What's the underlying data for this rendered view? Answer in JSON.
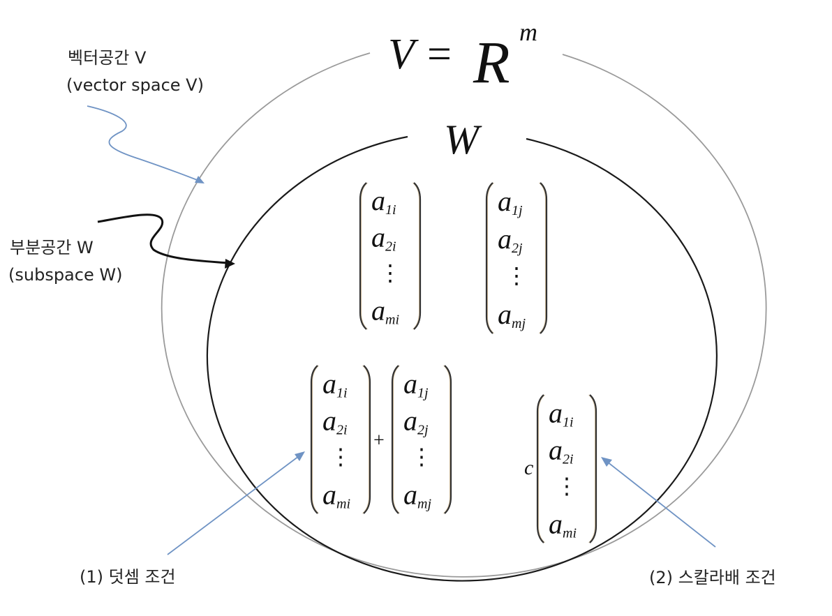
{
  "outer_space": {
    "title": {
      "lhs": "V",
      "eq": "=",
      "base": "R",
      "sup": "m"
    },
    "label_ko": "벡터공간 V",
    "label_en": "(vector space V)",
    "outline_color": "#9a9a9a",
    "arrow_color": "#6f93c4"
  },
  "subspace": {
    "title": "W",
    "label_ko": "부분공간 W",
    "label_en": "(subspace W)",
    "outline_color": "#1a1a1a",
    "arrow_color": "#111111"
  },
  "vectors": {
    "vec_i": {
      "entries": [
        {
          "base": "a",
          "sub": "1i"
        },
        {
          "base": "a",
          "sub": "2i"
        },
        {
          "dots": "⋮"
        },
        {
          "base": "a",
          "sub": "mi"
        }
      ]
    },
    "vec_j": {
      "entries": [
        {
          "base": "a",
          "sub": "1j"
        },
        {
          "base": "a",
          "sub": "2j"
        },
        {
          "dots": "⋮"
        },
        {
          "base": "a",
          "sub": "mj"
        }
      ]
    }
  },
  "addition": {
    "operator": "+",
    "label": "(1) 덧셈 조건",
    "arrow_color": "#6f93c4"
  },
  "scalar": {
    "scalar": "c",
    "label": "(2) 스칼라배 조건",
    "arrow_color": "#6f93c4"
  }
}
